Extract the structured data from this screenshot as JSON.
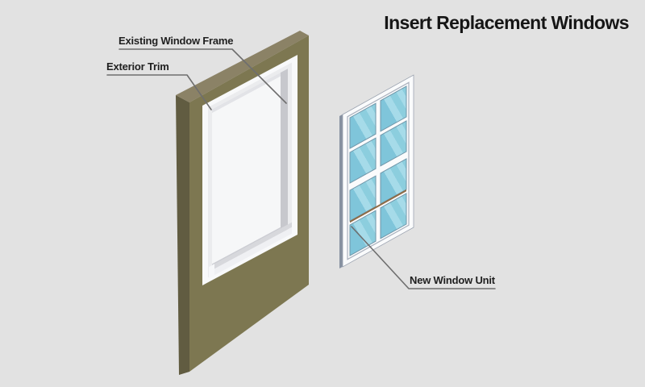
{
  "title": "Insert Replacement Windows",
  "labels": {
    "existing_frame": "Existing Window Frame",
    "exterior_trim": "Exterior Trim",
    "new_window_unit": "New Window Unit"
  },
  "colors": {
    "background": "#e2e2e2",
    "wall_front": "#7d7751",
    "wall_top": "#8b8266",
    "wall_side": "#615c41",
    "trim_white": "#f8f9fa",
    "frame_band": "#ebecee",
    "opening_interior": "#f6f7f8",
    "jamb_gray": "#c7c8cd",
    "opening_top_shade": "#e2e3e7",
    "sill_recess": "#cbccd2",
    "sill_ledge_top": "#d7d8dc",
    "sill_ledge_front": "#eff0f3",
    "sill_ledge_cap": "#f6f7f9",
    "unit_back_edge": "#8791a1",
    "unit_frame": "#fafbfc",
    "glass_base": "#7fc5da",
    "glass_light": "#a6dbe9",
    "glass_mid": "#8ccede",
    "check_rail_brown": "#8e6b45",
    "leader_line": "#6e6e6e",
    "label_text": "#1f1f1f",
    "title_text": "#161616"
  }
}
